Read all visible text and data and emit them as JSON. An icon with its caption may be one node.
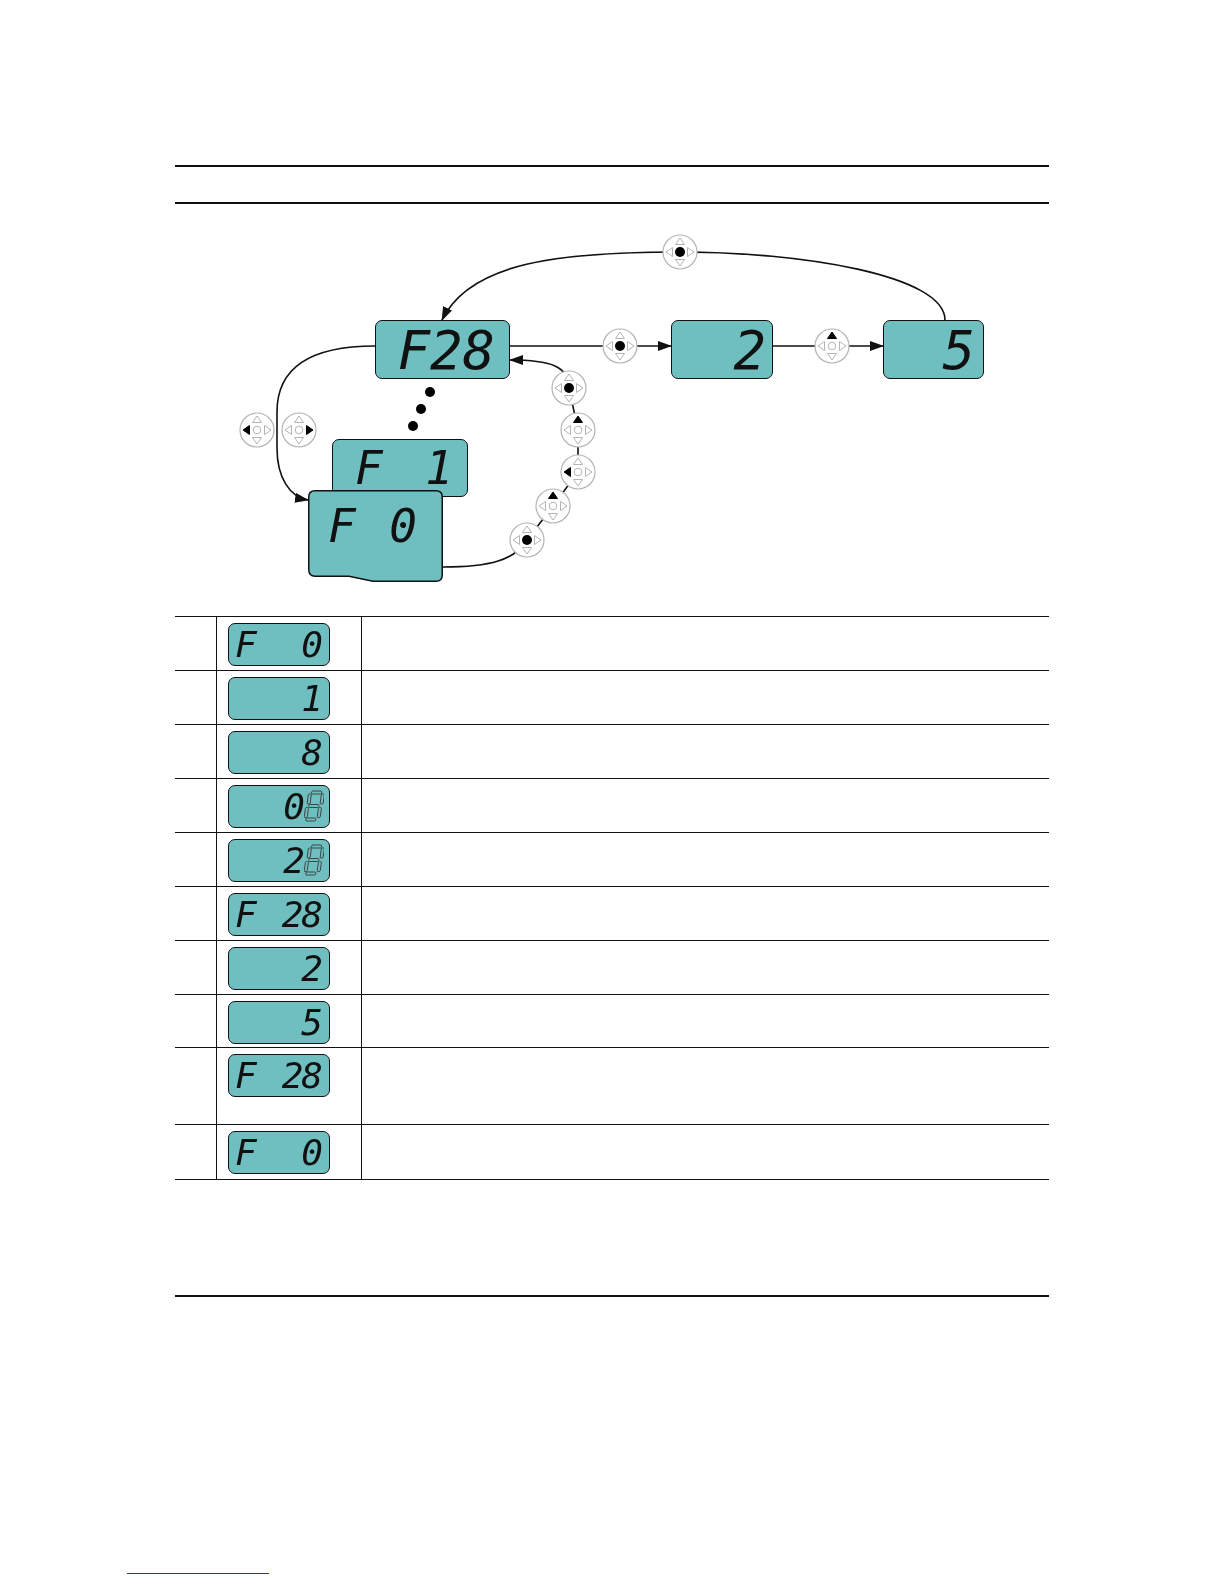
{
  "diagram": {
    "nodes": [
      {
        "text": [
          "F28"
        ]
      },
      {
        "text": [
          "2"
        ]
      },
      {
        "text": [
          "5"
        ]
      },
      {
        "text": [
          "F 1"
        ]
      },
      {
        "text": [
          "F 0"
        ]
      }
    ],
    "edges": [
      {
        "from": 4,
        "to": 0,
        "arrow": "to"
      },
      {
        "from": 0,
        "to": 1,
        "arrow": "to"
      },
      {
        "from": 1,
        "to": 2,
        "arrow": "to"
      },
      {
        "from": 2,
        "to": 0,
        "arrow": "to"
      },
      {
        "from": 0,
        "to": 4,
        "arrow": "to"
      }
    ],
    "labels": [
      "F 0",
      "1",
      "8",
      "0",
      "2",
      "F 28",
      "2",
      "5",
      "F 28",
      "F 0"
    ]
  }
}
